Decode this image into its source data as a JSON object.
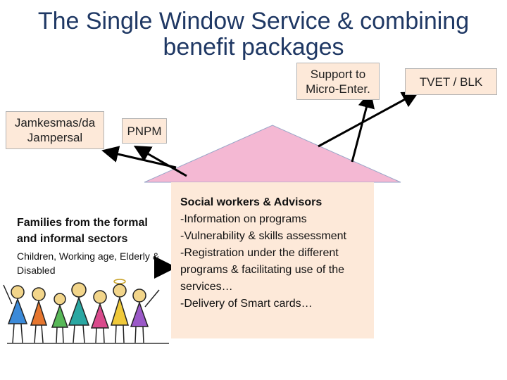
{
  "title": "The Single Window Service & combining benefit packages",
  "boxes": {
    "jamkesmas": "Jamkesmas/da Jampersal",
    "pnpm": "PNPM",
    "micro": "Support to Micro-Enter.",
    "tvet": "TVET / BLK"
  },
  "families": {
    "heading": "Families from the formal and informal sectors",
    "sub": "Children, Working age, Elderly & Disabled"
  },
  "service": {
    "heading": "Social workers & Advisors",
    "items": [
      "-Information on programs",
      "-Vulnerability & skills assessment",
      "-Registration under the different programs & facilitating use of the services…",
      "-Delivery of Smart cards…"
    ]
  },
  "colors": {
    "title": "#1f3864",
    "box_fill": "#fde9d9",
    "roof": "#f4b8d3",
    "arrow": "#000000"
  }
}
